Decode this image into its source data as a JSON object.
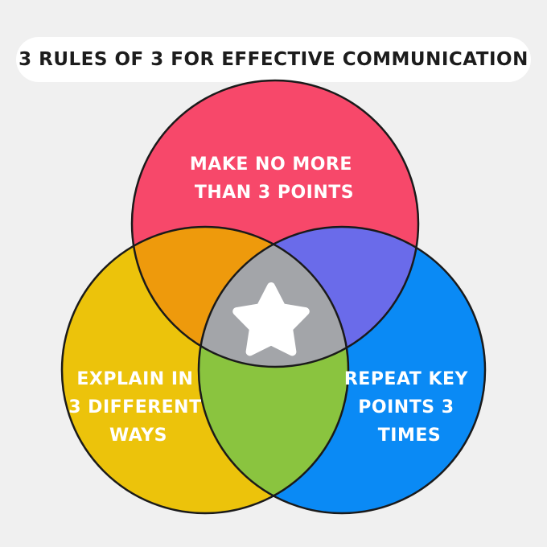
{
  "title": "3 RULES OF 3 FOR EFFECTIVE COMMUNICATION",
  "circles": {
    "top": {
      "label_lines": [
        "MAKE NO MORE",
        "THAN 3 POINTS"
      ],
      "color": "#f7486a"
    },
    "left": {
      "label_lines": [
        "EXPLAIN IN",
        "3 DIFFERENT",
        "WAYS"
      ],
      "color": "#ecc30b"
    },
    "right": {
      "label_lines": [
        "REPEAT KEY",
        "POINTS 3",
        "TIMES"
      ],
      "color": "#0a8af5"
    }
  },
  "overlaps": {
    "top_left": "#ee9a0c",
    "top_right": "#6a6bea",
    "left_right": "#8ac43f",
    "center": "#a3a5a9"
  },
  "center_icon": "star-icon",
  "outline_color": "#1a1a1a"
}
